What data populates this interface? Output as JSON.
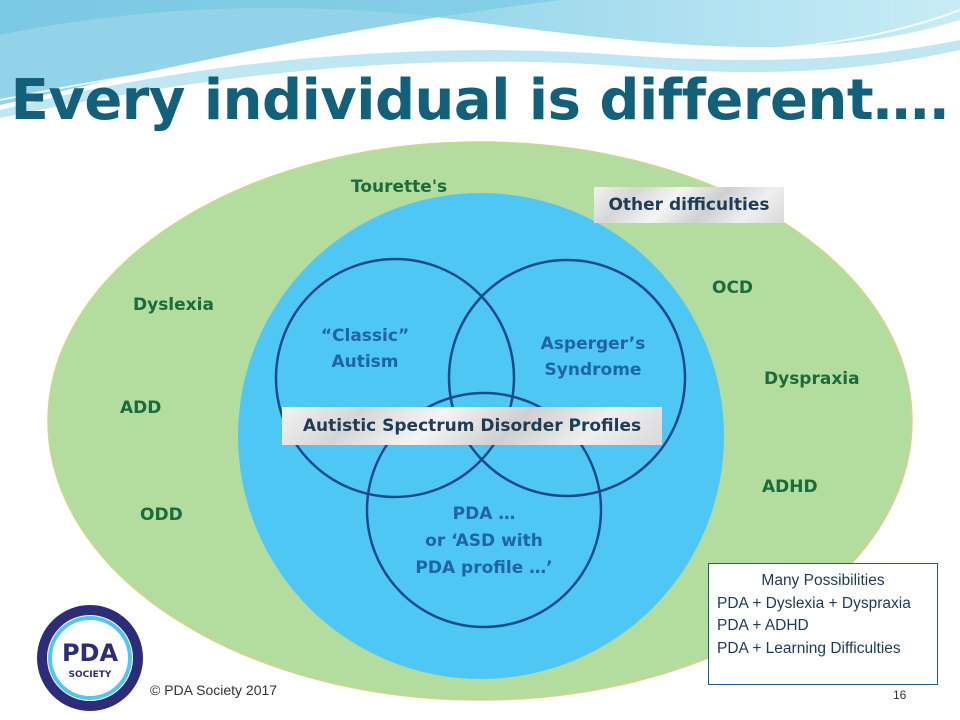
{
  "title": "Every individual is different….",
  "outer_labels": {
    "tourettes": "Tourette's",
    "dyslexia": "Dyslexia",
    "add": "ADD",
    "odd": "ODD",
    "ocd": "OCD",
    "dyspraxia": "Dyspraxia",
    "adhd": "ADHD"
  },
  "other_difficulties": "Other difficulties",
  "asd_profiles": "Autistic Spectrum Disorder Profiles",
  "circles": {
    "classic": [
      "“Classic”",
      "Autism"
    ],
    "aspergers": [
      "Asperger’s",
      "Syndrome"
    ],
    "pda": [
      "PDA …",
      "or ‘ASD with",
      "PDA profile …’"
    ]
  },
  "possibilities": {
    "heading": "Many Possibilities",
    "items": [
      "PDA + Dyslexia + Dyspraxia",
      "PDA + ADHD",
      "PDA + Learning Difficulties"
    ]
  },
  "logo": {
    "line1": "PDA",
    "line2": "SOCIETY"
  },
  "footer": "© PDA Society 2017",
  "page_number": "16",
  "colors": {
    "title": "#13607a",
    "outer_ellipse": "#b3dd9f",
    "inner_circle": "#4fc7f5",
    "circle_stroke": "#1b4a8c",
    "green_text": "#1c6b3a",
    "blue_text": "#1f65a6"
  }
}
